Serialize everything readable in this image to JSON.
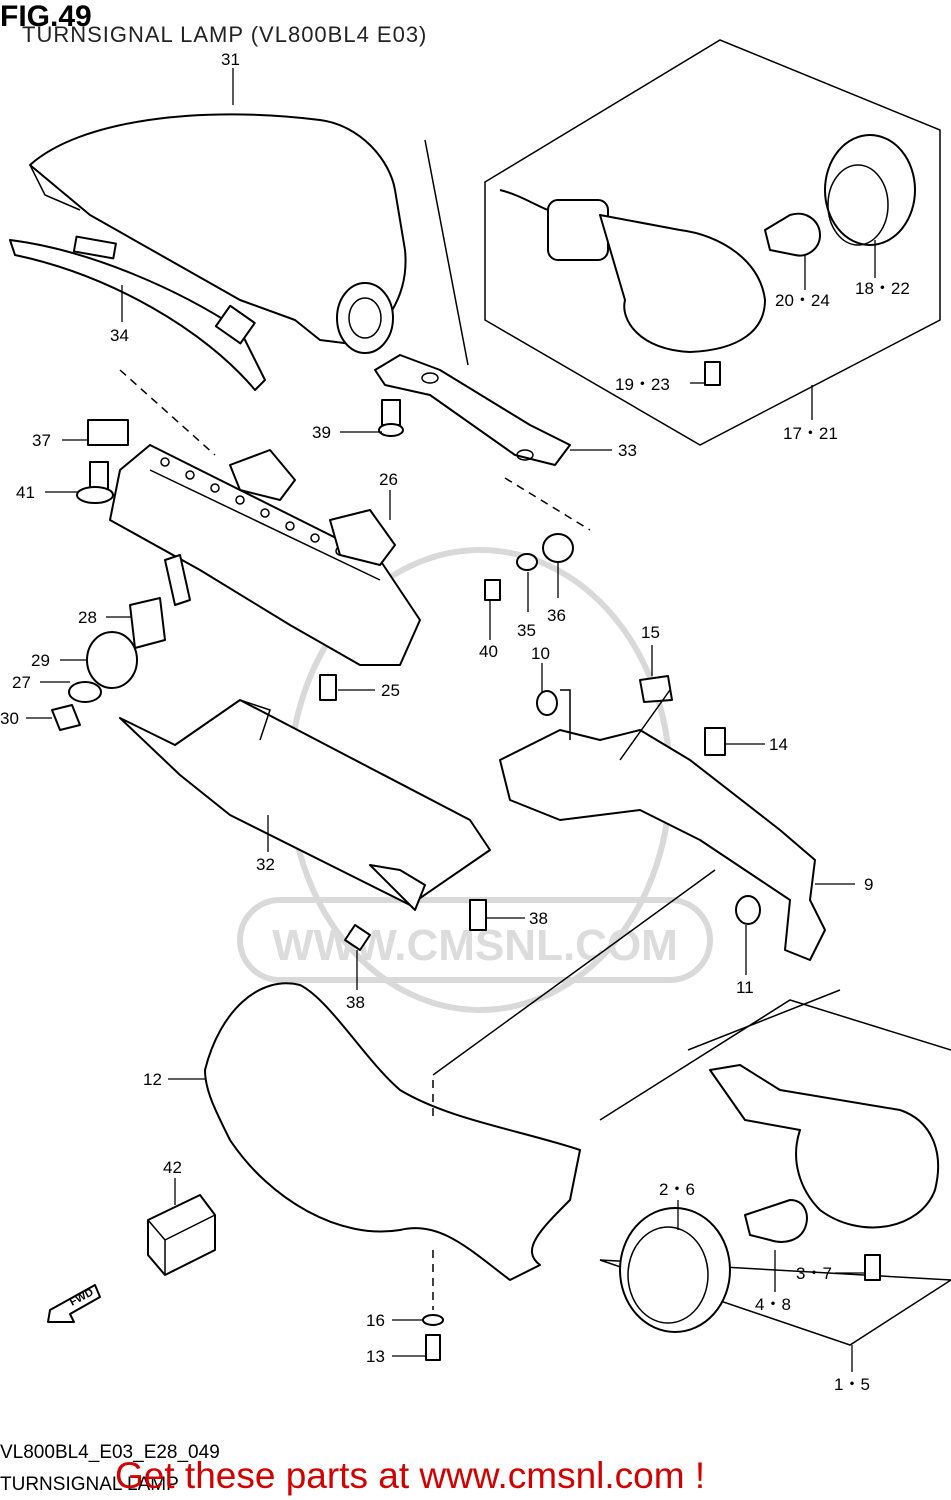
{
  "figure": {
    "title": "FIG.49",
    "subtitle": "TURNSIGNAL LAMP (VL800BL4 E03)",
    "code": "VL800BL4_E03_E28_049",
    "name": "TURNSIGNAL LAMP"
  },
  "watermark": "WWW.CMSNL.COM",
  "promo": "Get these parts at www.cmsnl.com !",
  "fwd_label": "FWD",
  "callouts": {
    "c31": "31",
    "c34": "34",
    "c20_24": "20・24",
    "c18_22": "18・22",
    "c19_23": "19・23",
    "c17_21": "17・21",
    "c37": "37",
    "c39": "39",
    "c33": "33",
    "c41": "41",
    "c26": "26",
    "c28": "28",
    "c40": "40",
    "c35": "35",
    "c36": "36",
    "c15": "15",
    "c10": "10",
    "c29": "29",
    "c27": "27",
    "c25": "25",
    "c30": "30",
    "c14": "14",
    "c32": "32",
    "c9": "9",
    "c38a": "38",
    "c38b": "38",
    "c11": "11",
    "c12": "12",
    "c42": "42",
    "c2_6": "2・6",
    "c3_7": "3・7",
    "c4_8": "4・8",
    "c16": "16",
    "c13": "13",
    "c1_5": "1・5"
  }
}
